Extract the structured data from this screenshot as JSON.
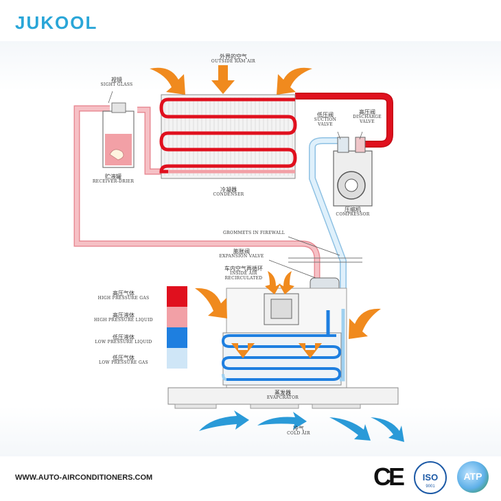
{
  "brand": {
    "logo": "JUKOOL"
  },
  "labels": {
    "outside_air": {
      "cn": "外界的空气",
      "en": "OUTSIDE RAM AIR"
    },
    "sight_glass": {
      "cn": "视镜",
      "en": "SIGHT GLASS"
    },
    "receiver": {
      "cn": "贮液罐",
      "en": "RECEIVER-DRIER"
    },
    "condenser": {
      "cn": "冷凝器",
      "en": "CONDENSER"
    },
    "suction_valve": {
      "cn": "低压阀",
      "en1": "SUCTION",
      "en2": "VALVE"
    },
    "discharge_valve": {
      "cn": "高压阀",
      "en1": "DISCHARGE",
      "en2": "VALVE"
    },
    "compressor": {
      "cn": "压缩机",
      "en": "COMPRESSOR"
    },
    "grommets": {
      "en": "GROMMETS IN FIREWALL"
    },
    "expansion_valve": {
      "cn": "膨胀阀",
      "en": "EXPANSION VALVE"
    },
    "inside_air": {
      "cn": "车内空气再循环",
      "en1": "INSIDE AIR",
      "en2": "RECIRCULATED"
    },
    "evaporator": {
      "cn": "蒸发器",
      "en": "EVAPCRATOR"
    },
    "cold_air": {
      "cn": "冷气",
      "en": "COLD AIR"
    }
  },
  "legend": [
    {
      "cn": "高压气体",
      "en": "HIGH PRESSURE GAS",
      "color": "#e0101e"
    },
    {
      "cn": "高压液体",
      "en": "HIGH PRESSURE LIQUID",
      "color": "#f2a0a6"
    },
    {
      "cn": "低压液体",
      "en": "LOW PRESSURE LIQUID",
      "color": "#1e7fe0"
    },
    {
      "cn": "低压气体",
      "en": "LOW PRESSURE GAS",
      "color": "#cfe6f7"
    }
  ],
  "footer": {
    "website": "WWW.AUTO-AIRCONDITIONERS.COM",
    "ce_mark": "CE",
    "iso_mark": "ISO",
    "iso_number": "9001",
    "eco_mark": "ATP"
  },
  "colors": {
    "high_gas": "#e0101e",
    "high_liquid": "#f2a0a6",
    "low_liquid": "#1e7fe0",
    "low_gas": "#cfe6f7",
    "arrow_orange": "#f08a1e",
    "arrow_blue": "#2a9ad8"
  }
}
